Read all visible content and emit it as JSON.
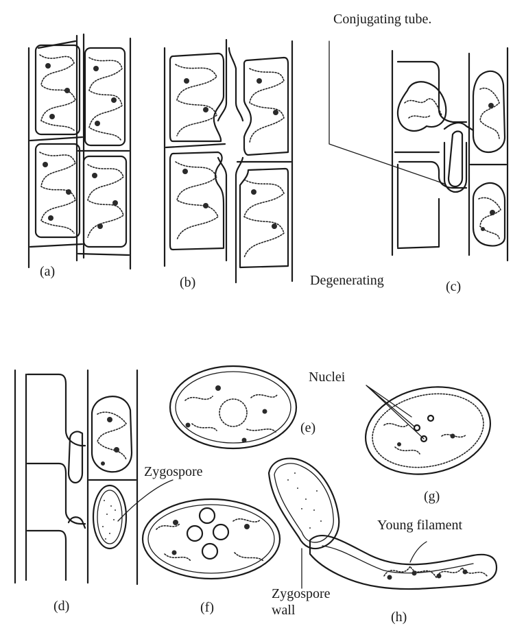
{
  "panel_labels": {
    "a": "(a)",
    "b": "(b)",
    "c": "(c)",
    "d": "(d)",
    "e": "(e)",
    "f": "(f)",
    "g": "(g)",
    "h": "(h)"
  },
  "annotations": {
    "conjugating_tube": "Conjugating tube.",
    "degenerating": "Degenerating",
    "zygospore": "Zygospore",
    "nuclei": "Nuclei",
    "young_filament": "Young filament",
    "zygospore_wall_line1": "Zygospore",
    "zygospore_wall_line2": "wall"
  },
  "colors": {
    "ink": "#1a1a1a",
    "background": "#ffffff"
  }
}
